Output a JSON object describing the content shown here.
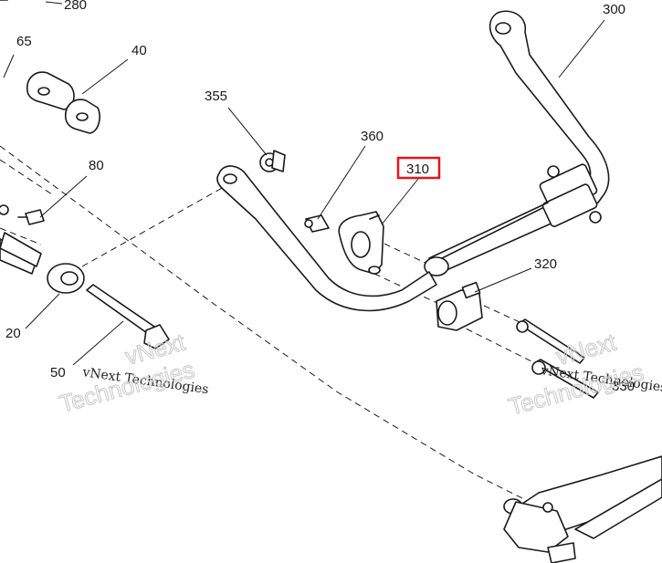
{
  "callouts": [
    {
      "id": "280",
      "label": "280"
    },
    {
      "id": "65",
      "label": "65"
    },
    {
      "id": "40",
      "label": "40"
    },
    {
      "id": "355",
      "label": "355"
    },
    {
      "id": "80",
      "label": "80"
    },
    {
      "id": "360",
      "label": "360"
    },
    {
      "id": "310",
      "label": "310",
      "highlighted": true
    },
    {
      "id": "300",
      "label": "300"
    },
    {
      "id": "320",
      "label": "320"
    },
    {
      "id": "20",
      "label": "20"
    },
    {
      "id": "50",
      "label": "50"
    },
    {
      "id": "330",
      "label": "330"
    }
  ],
  "watermark": {
    "small_text": "vNext Technologies",
    "line1": "vNext",
    "line2": "Technologies"
  },
  "colors": {
    "highlight": "#e8141c",
    "line": "#1a1a1a"
  }
}
